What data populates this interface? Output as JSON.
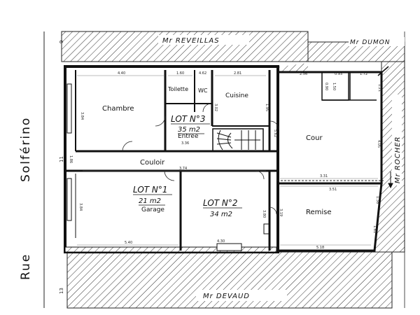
{
  "street": {
    "name_word1": "Rue",
    "name_word2": "Solférino",
    "num_top": "9",
    "num_mid": "11",
    "num_bot": "13"
  },
  "neighbors": {
    "top": "Mr  REVEILLAS",
    "top_right": "Mr DUMON",
    "right": "Mr  ROCHER",
    "bottom": "Mr   DEVAUD"
  },
  "rooms": {
    "chambre": "Chambre",
    "toilette": "Toilette",
    "wc": "WC",
    "cuisine": "Cuisine",
    "entree": "Entree",
    "couloir": "Couloir",
    "cour": "Cour",
    "garage": "Garage",
    "remise": "Remise"
  },
  "lots": {
    "lot1": {
      "label": "LOT N°1",
      "area": "21 m2"
    },
    "lot2": {
      "label": "LOT N°2",
      "area": "34 m2"
    },
    "lot3": {
      "label": "LOT N°3",
      "area": "35 m2"
    }
  },
  "dimensions": {
    "d_440": "4.40",
    "d_160": "1.60",
    "d_462": "4.62",
    "d_281": "2.81",
    "d_256": "2.56",
    "d_093": "0.93",
    "d_172": "1.72",
    "d_384": "3.84",
    "d_302": "3.02",
    "d_195": "1.95",
    "d_562": "5.62",
    "d_374": "3.74",
    "d_336": "3.36",
    "d_186": "1.86",
    "d_331": "3.31",
    "d_351": "3.51",
    "d_405": "4.05",
    "d_384b": "3.84",
    "d_319": "3.19",
    "d_380": "3.80",
    "d_540": "5.40",
    "d_430": "4.30",
    "d_518": "5.18",
    "d_138": "1.38",
    "d_161": "1.61",
    "d_090": "0.90",
    "d_150": "1.50",
    "d_121": "1.21"
  }
}
